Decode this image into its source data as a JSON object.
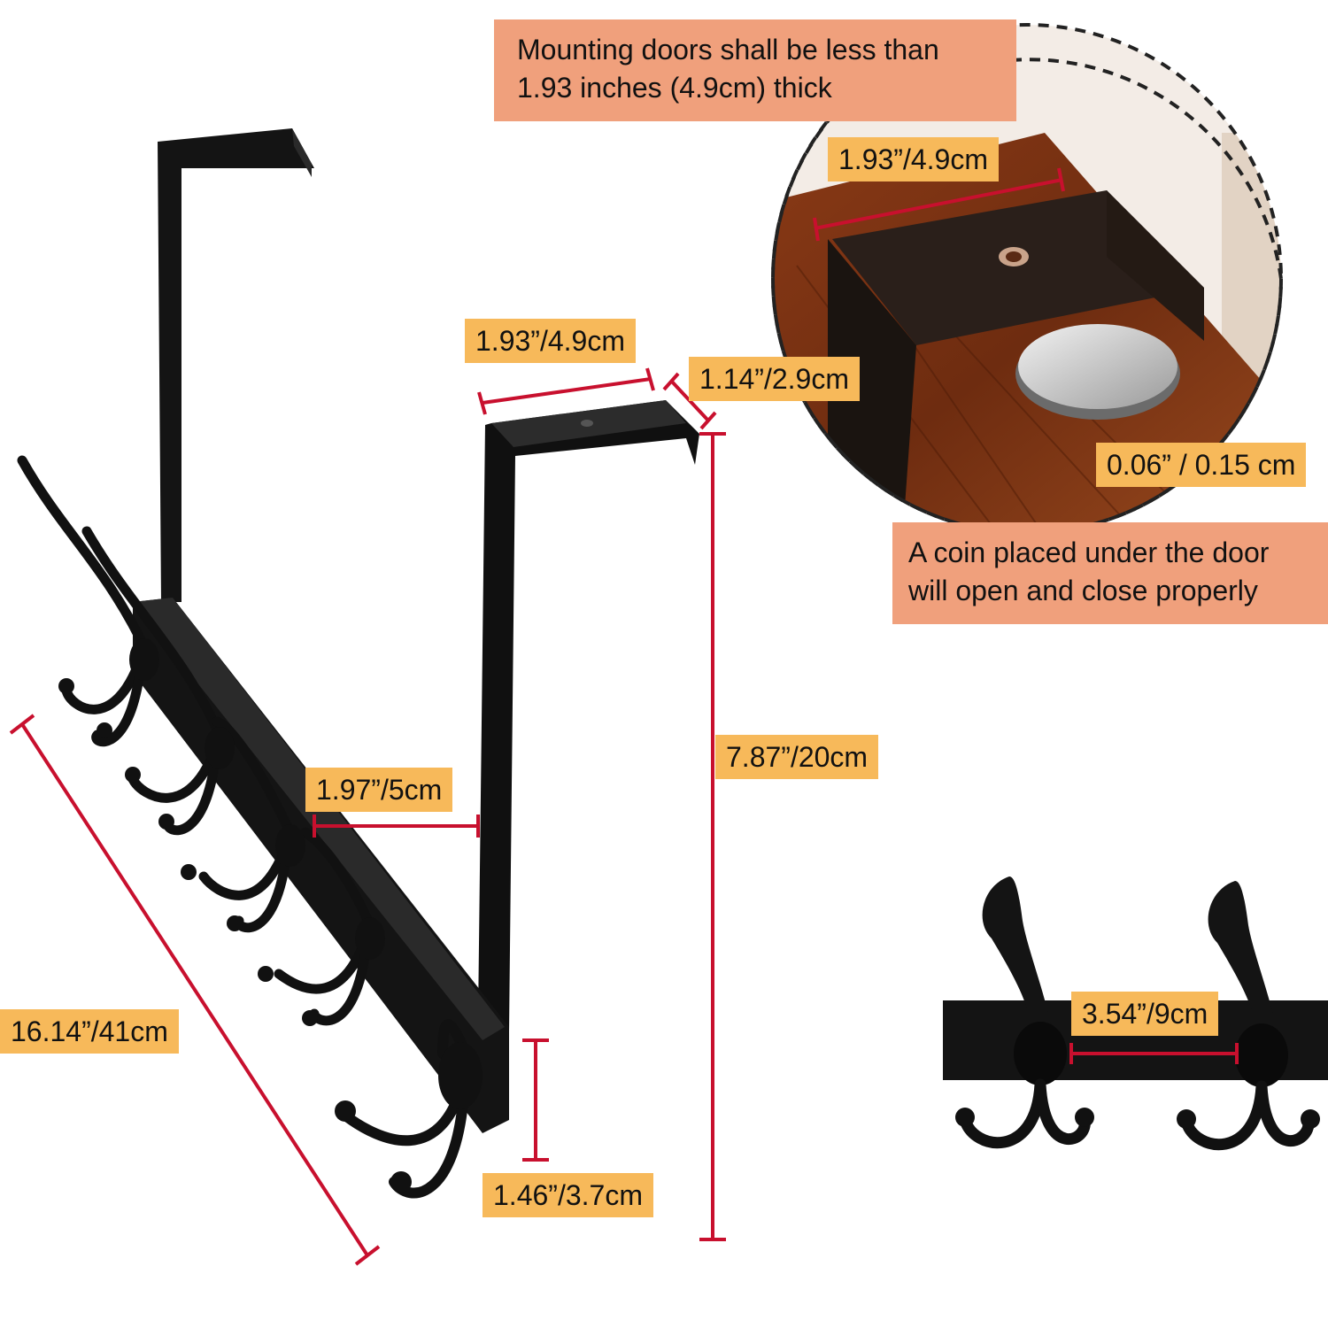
{
  "notes": {
    "door_thickness": {
      "line1": "Mounting doors shall be less than",
      "line2": "1.93 inches (4.9cm) thick"
    },
    "coin": {
      "line1": "A coin placed under the door",
      "line2": "will open and close properly"
    }
  },
  "dimensions": {
    "bracket_width_detail": "1.93”/4.9cm",
    "bracket_width": "1.93”/4.9cm",
    "bracket_lip": "1.14”/2.9cm",
    "clearance_gap": "0.06” / 0.15 cm",
    "bracket_height": "7.87”/20cm",
    "rail_depth": "1.97”/5cm",
    "rack_length": "16.14”/41cm",
    "hook_height": "1.46”/3.7cm",
    "hook_spacing": "3.54”/9cm"
  },
  "colors": {
    "dimension_label": "#f7b95a",
    "note_label": "#f0a07c",
    "measure_line": "#c8102e",
    "metal": "#121212",
    "wood": "#7a3214"
  }
}
